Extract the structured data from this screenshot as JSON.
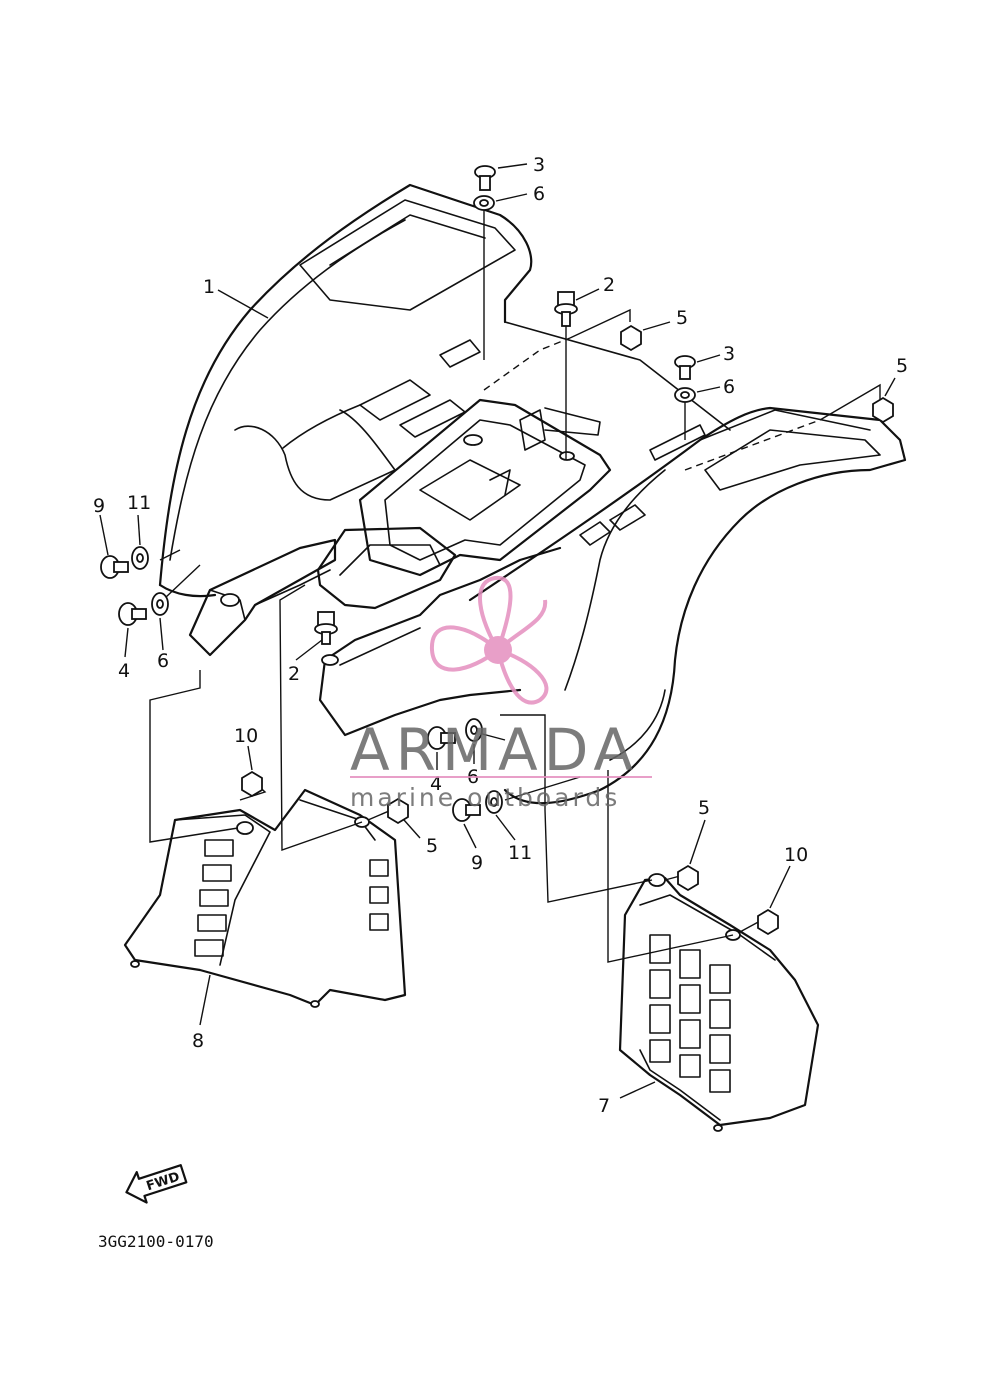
{
  "diagram": {
    "callouts": [
      "1",
      "2",
      "3",
      "4",
      "5",
      "6",
      "7",
      "8",
      "9",
      "10",
      "11"
    ],
    "fwd_label": "FWD",
    "figure_code": "3GG2100-0170"
  },
  "watermark": {
    "brand": "ARMADA",
    "tagline": "marine outboards",
    "brand_color": "#666666",
    "accent_color": "#e58fbf"
  }
}
